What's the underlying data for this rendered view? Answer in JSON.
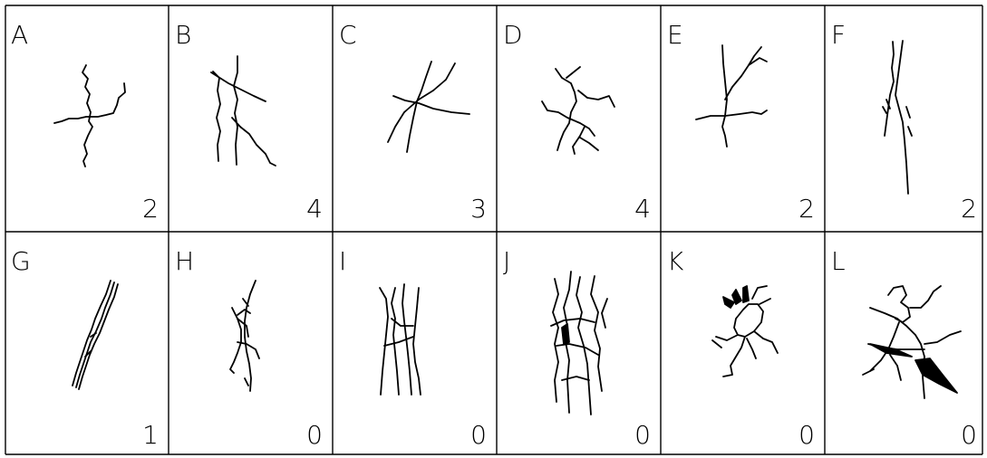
{
  "panels": [
    {
      "letter": "A",
      "count": "2"
    },
    {
      "letter": "B",
      "count": "4"
    },
    {
      "letter": "C",
      "count": "3"
    },
    {
      "letter": "D",
      "count": "4"
    },
    {
      "letter": "E",
      "count": "2"
    },
    {
      "letter": "F",
      "count": "2"
    },
    {
      "letter": "G",
      "count": "1"
    },
    {
      "letter": "H",
      "count": "0"
    },
    {
      "letter": "I",
      "count": "0"
    },
    {
      "letter": "J",
      "count": "0"
    },
    {
      "letter": "K",
      "count": "0"
    },
    {
      "letter": "L",
      "count": "0"
    }
  ],
  "colors": {
    "line": "#000000",
    "background": "#ffffff"
  }
}
